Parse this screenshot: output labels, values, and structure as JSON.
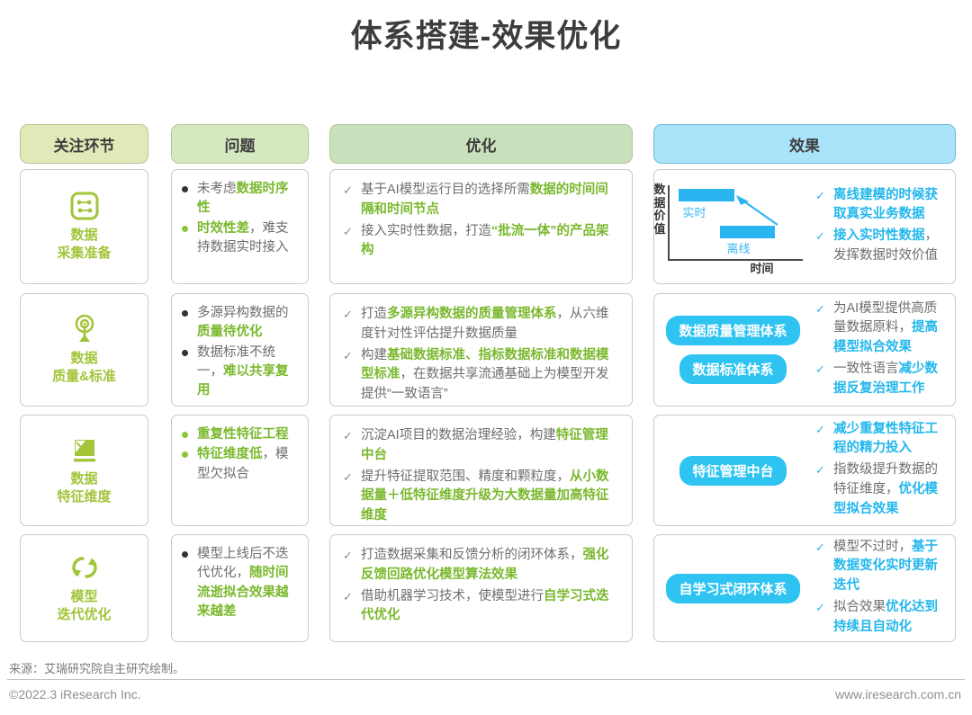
{
  "title": "体系搭建-效果优化",
  "columns": [
    {
      "key": "stage",
      "label": "关注环节"
    },
    {
      "key": "problem",
      "label": "问题"
    },
    {
      "key": "optimization",
      "label": "优化"
    },
    {
      "key": "effect",
      "label": "效果"
    }
  ],
  "colors": {
    "green_accent": "#7ab82e",
    "stage_green": "#a2c53a",
    "blue_accent": "#23b7ec",
    "pill_blue": "#2ec3f1",
    "chip_yellow_green": "#e2e9b8",
    "chip_light_green": "#d5e8c0",
    "chip_green": "#c8e0bb",
    "chip_blue": "#a9e4fb",
    "text_gray": "#6d6d6d"
  },
  "rows": [
    {
      "stage": {
        "icon": "data-collection-icon",
        "line1": "数据",
        "line2": "采集准备"
      },
      "problems": [
        {
          "dot": "dark",
          "segments": [
            {
              "t": "未考虑",
              "s": "plain"
            },
            {
              "t": "数据时序性",
              "s": "green"
            }
          ]
        },
        {
          "dot": "green",
          "segments": [
            {
              "t": "时效性差",
              "s": "green"
            },
            {
              "t": "，难支持数据实时接入",
              "s": "plain"
            }
          ]
        }
      ],
      "optimizations": [
        {
          "segments": [
            {
              "t": "基于AI模型运行目的选择所需",
              "s": "plain"
            },
            {
              "t": "数据的时间间隔和时间节点",
              "s": "green"
            }
          ]
        },
        {
          "segments": [
            {
              "t": "接入实时性数据，打造",
              "s": "plain"
            },
            {
              "t": "“批流一体”的产品架构",
              "s": "green"
            }
          ]
        }
      ],
      "effect_left_type": "chart",
      "chart": {
        "ylabel": "数据价值",
        "xlabel": "时间",
        "bars": [
          {
            "label": "实时",
            "value": 1.0,
            "start": 0.08
          },
          {
            "label": "离线",
            "value": 0.55,
            "start": 0.39
          }
        ]
      },
      "pills": [],
      "effects": [
        {
          "segments": [
            {
              "t": "离线建模的时候获取真实业务数据",
              "s": "blue"
            }
          ]
        },
        {
          "segments": [
            {
              "t": "接入实时性数据",
              "s": "blue"
            },
            {
              "t": "，发挥数据时效价值",
              "s": "plain"
            }
          ]
        }
      ]
    },
    {
      "stage": {
        "icon": "data-quality-signal-icon",
        "line1": "数据",
        "line2": "质量&标准"
      },
      "problems": [
        {
          "dot": "dark",
          "segments": [
            {
              "t": "多源异构数据的",
              "s": "plain"
            },
            {
              "t": "质量待优化",
              "s": "green"
            }
          ]
        },
        {
          "dot": "dark",
          "segments": [
            {
              "t": "数据标准不统一，",
              "s": "plain"
            },
            {
              "t": "难以共享复用",
              "s": "green"
            }
          ]
        }
      ],
      "optimizations": [
        {
          "segments": [
            {
              "t": "打造",
              "s": "plain"
            },
            {
              "t": "多源异构数据的质量管理体系",
              "s": "green"
            },
            {
              "t": "，从六维度针对性评估提升数据质量",
              "s": "plain"
            }
          ]
        },
        {
          "segments": [
            {
              "t": "构建",
              "s": "plain"
            },
            {
              "t": "基础数据标准、指标数据标准和数据模型标准",
              "s": "green"
            },
            {
              "t": "，在数据共享流通基础上为模型开发提供“一致语言”",
              "s": "plain"
            }
          ]
        }
      ],
      "effect_left_type": "pills",
      "chart": null,
      "pills": [
        "数据质量管理体系",
        "数据标准体系"
      ],
      "effects": [
        {
          "segments": [
            {
              "t": "为AI模型提供高质量数据原料，",
              "s": "plain"
            },
            {
              "t": "提高模型拟合效果",
              "s": "blue"
            }
          ]
        },
        {
          "segments": [
            {
              "t": "一致性语言",
              "s": "plain"
            },
            {
              "t": "减少数据反复治理工作",
              "s": "blue"
            }
          ]
        }
      ]
    },
    {
      "stage": {
        "icon": "feature-dimension-icon",
        "line1": "数据",
        "line2": "特征维度"
      },
      "problems": [
        {
          "dot": "green",
          "segments": [
            {
              "t": "重复性特征工程",
              "s": "green"
            }
          ]
        },
        {
          "dot": "green",
          "segments": [
            {
              "t": "特征维度低",
              "s": "green"
            },
            {
              "t": "，模型欠拟合",
              "s": "plain"
            }
          ]
        }
      ],
      "optimizations": [
        {
          "segments": [
            {
              "t": "沉淀AI项目的数据治理经验，构建",
              "s": "plain"
            },
            {
              "t": "特征管理中台",
              "s": "green"
            }
          ]
        },
        {
          "segments": [
            {
              "t": "提升特征提取范围、精度和颗粒度，",
              "s": "plain"
            },
            {
              "t": "从小数据量＋低特征维度升级为大数据量加高特征维度",
              "s": "green"
            }
          ]
        }
      ],
      "effect_left_type": "pills",
      "chart": null,
      "pills": [
        "特征管理中台"
      ],
      "effects": [
        {
          "segments": [
            {
              "t": "减少重复性特征工程的精力投入",
              "s": "blue"
            }
          ]
        },
        {
          "segments": [
            {
              "t": "指数级提升数据的特征维度，",
              "s": "plain"
            },
            {
              "t": "优化模型拟合效果",
              "s": "blue"
            }
          ]
        }
      ]
    },
    {
      "stage": {
        "icon": "model-iteration-refresh-icon",
        "line1": "模型",
        "line2": "迭代优化"
      },
      "problems": [
        {
          "dot": "dark",
          "segments": [
            {
              "t": "模型上线后不迭代优化，",
              "s": "plain"
            },
            {
              "t": "随时间流逝拟合效果越来越差",
              "s": "green"
            }
          ]
        }
      ],
      "optimizations": [
        {
          "segments": [
            {
              "t": "打造数据采集和反馈分析的闭环体系，",
              "s": "plain"
            },
            {
              "t": "强化反馈回路优化模型算法效果",
              "s": "green"
            }
          ]
        },
        {
          "segments": [
            {
              "t": "借助机器学习技术，使模型进行",
              "s": "plain"
            },
            {
              "t": "自学习式迭代优化",
              "s": "green"
            }
          ]
        }
      ],
      "effect_left_type": "pills",
      "chart": null,
      "pills": [
        "自学习式闭环体系"
      ],
      "effects": [
        {
          "segments": [
            {
              "t": "模型不过时，",
              "s": "plain"
            },
            {
              "t": "基于数据变化实时更新迭代",
              "s": "blue"
            }
          ]
        },
        {
          "segments": [
            {
              "t": "拟合效果",
              "s": "plain"
            },
            {
              "t": "优化达到持续且自动化",
              "s": "blue"
            }
          ]
        }
      ]
    }
  ],
  "footer": {
    "source": "来源：艾瑞研究院自主研究绘制。",
    "copyright": "©2022.3 iResearch Inc.",
    "website": "www.iresearch.com.cn"
  }
}
